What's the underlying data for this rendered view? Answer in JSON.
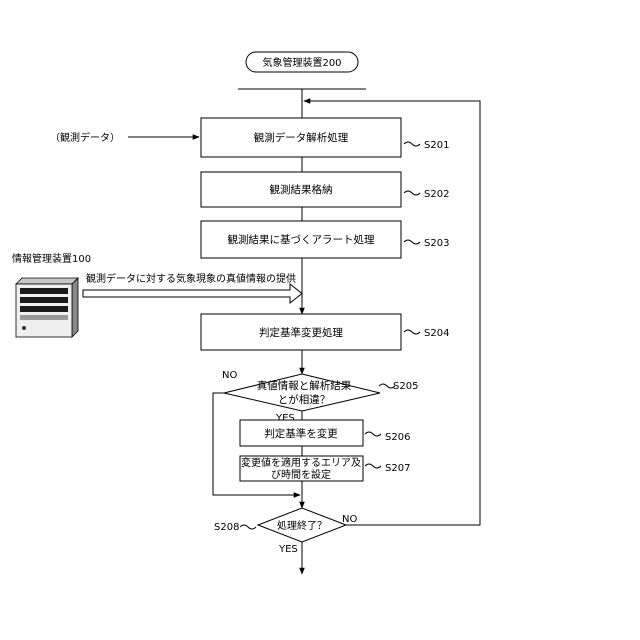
{
  "header": {
    "title": "気象管理装置200"
  },
  "input_label": "（観測データ）",
  "server": {
    "label": "情報管理装置100"
  },
  "transfer_label": "観測データに対する気象現象の真値情報の提供",
  "steps": {
    "s201": {
      "text": "観測データ解析処理",
      "id": "S201"
    },
    "s202": {
      "text": "観測結果格納",
      "id": "S202"
    },
    "s203": {
      "text": "観測結果に基づくアラート処理",
      "id": "S203"
    },
    "s204": {
      "text": "判定基準変更処理",
      "id": "S204"
    },
    "s205": {
      "line1": "真値情報と解析結果",
      "line2": "とが相違？",
      "id": "S205",
      "yes": "YES",
      "no": "NO"
    },
    "s206": {
      "text": "判定基準を変更",
      "id": "S206"
    },
    "s207": {
      "line1": "変更値を適用するエリア及",
      "line2": "び時間を設定",
      "id": "S207"
    },
    "s208": {
      "text": "処理終了？",
      "id": "S208",
      "yes": "YES",
      "no": "NO"
    }
  }
}
